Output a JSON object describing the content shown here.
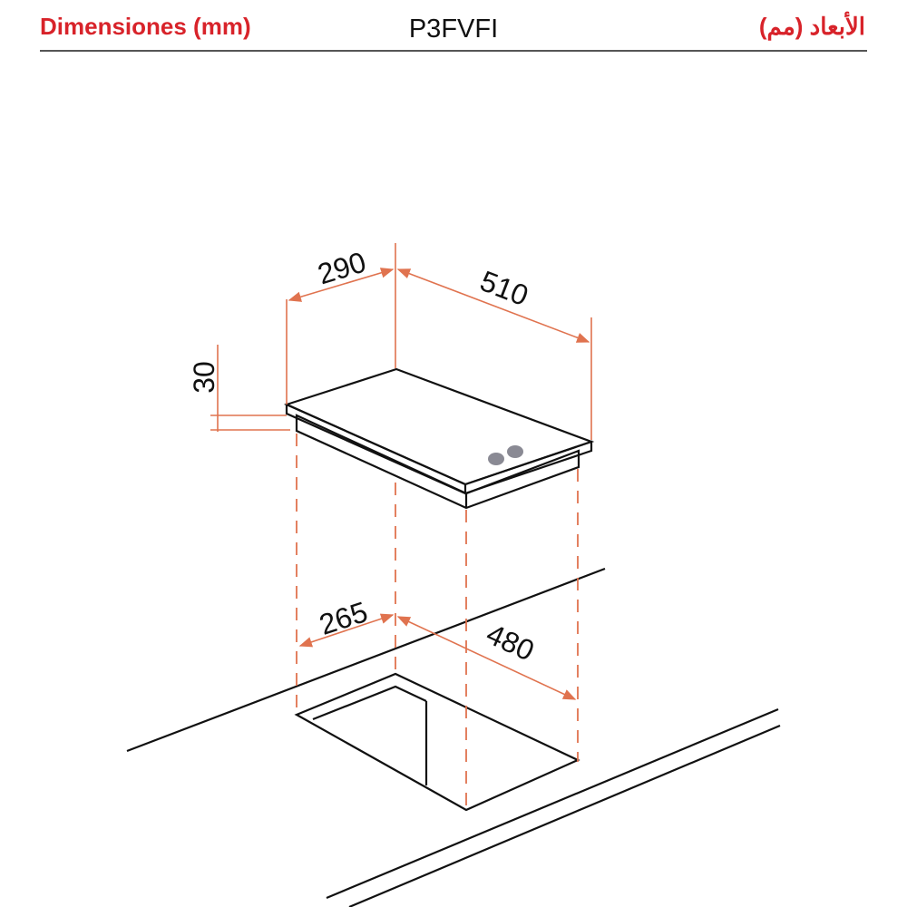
{
  "header": {
    "title_es": "Dimensiones (mm)",
    "model": "P3FVFI",
    "title_ar": "الأبعاد (مم)"
  },
  "dimensions": {
    "top_depth": "290",
    "top_width": "510",
    "thickness": "30",
    "cutout_depth": "265",
    "cutout_width": "480"
  },
  "colors": {
    "accent": "#d8232a",
    "dimension_line": "#e0734f",
    "hob_surface": "#cfcfcf",
    "burner": "#8a8a94"
  }
}
